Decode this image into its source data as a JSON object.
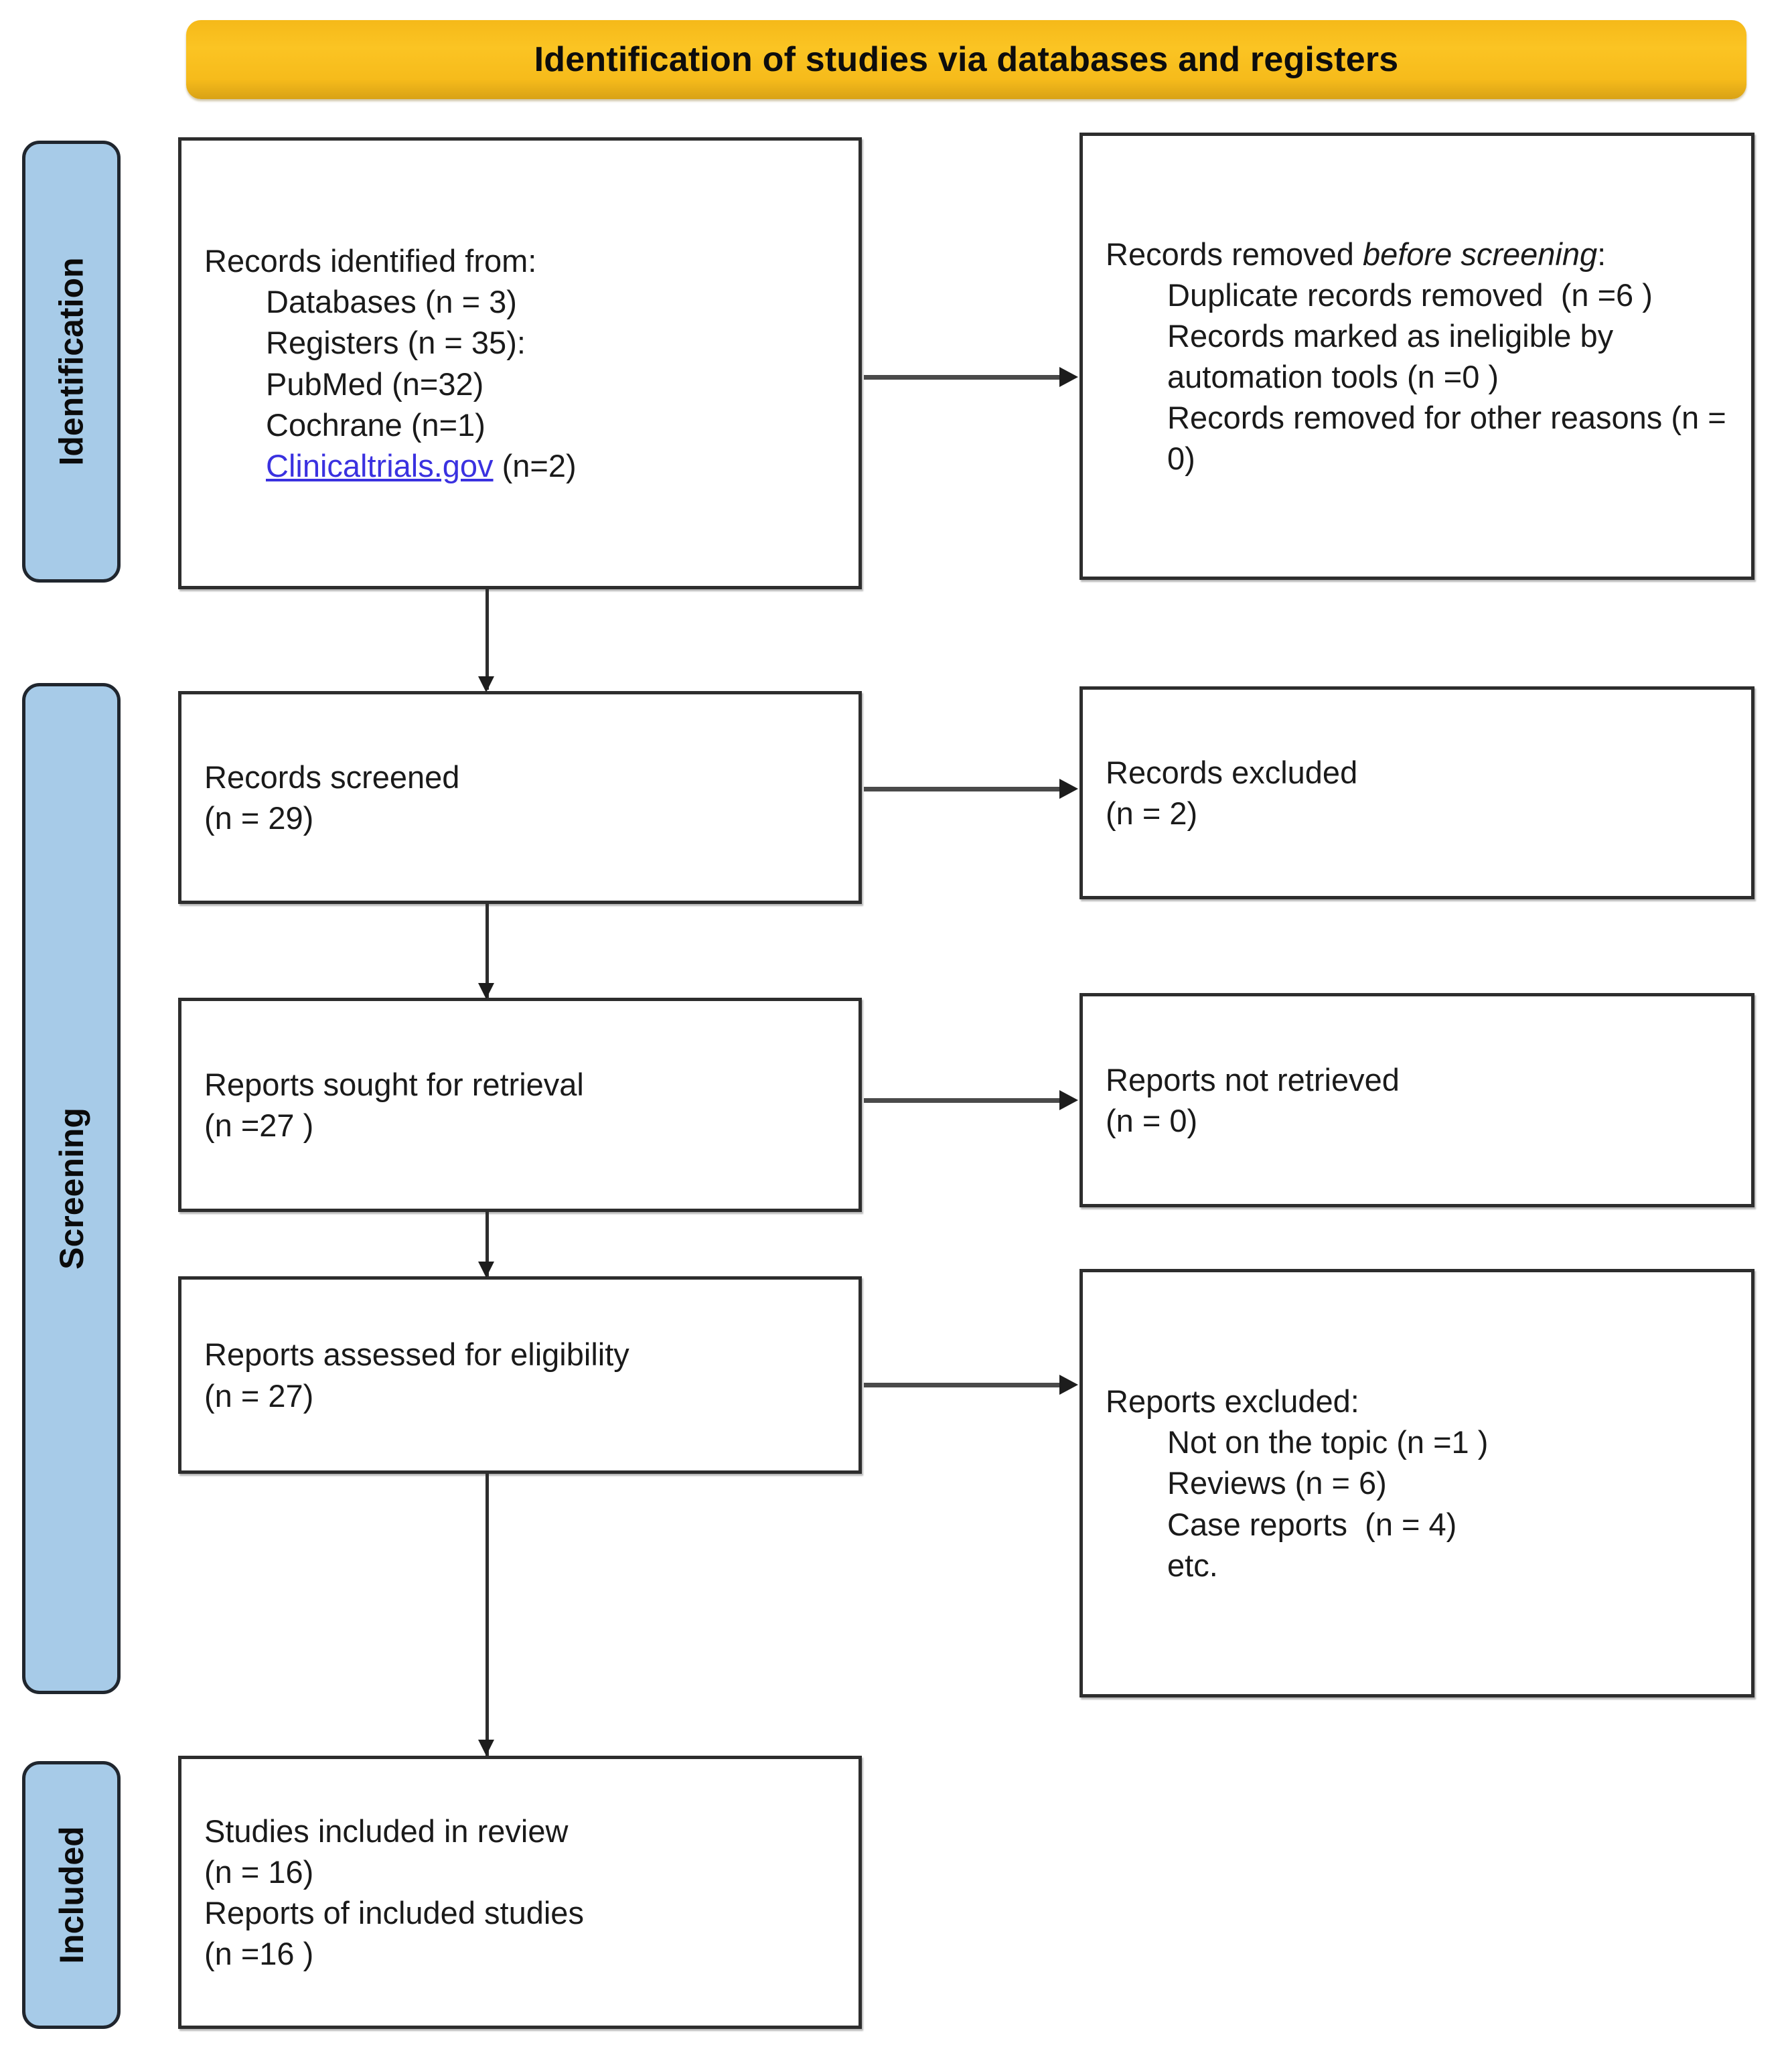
{
  "banner": {
    "title": "Identification of studies via databases and registers",
    "color": "#fbc423"
  },
  "phases": [
    {
      "id": "identification",
      "label": "Identification",
      "color": "#a7cbe8"
    },
    {
      "id": "screening",
      "label": "Screening",
      "color": "#a7cbe8"
    },
    {
      "id": "included",
      "label": "Included",
      "color": "#a7cbe8"
    }
  ],
  "boxes": {
    "identified": {
      "name": "records-identified",
      "lines": [
        "Records identified from:",
        "Databases (n = 3)",
        "Registers (n = 35):",
        "PubMed (n=32)",
        "Cochrane (n=1)"
      ],
      "link_text": "Clinicaltrials.gov",
      "link_suffix": " (n=2)"
    },
    "removed": {
      "name": "records-removed-before-screening",
      "head_plain": "Records removed ",
      "head_italic_1": "before",
      "head_italic_2": "screening",
      "head_colon": ":",
      "lines": [
        "Duplicate records removed  (n =6 )",
        "Records marked as ineligible by automation tools (n =0 )",
        "Records removed for other reasons (n = 0)"
      ]
    },
    "screened": {
      "name": "records-screened",
      "line1": "Records screened",
      "line2": "(n = 29)"
    },
    "records_excluded": {
      "name": "records-excluded",
      "line1": "Records excluded",
      "line2": "(n = 2)"
    },
    "sought": {
      "name": "reports-sought-for-retrieval",
      "line1": "Reports sought for retrieval",
      "line2": "(n =27 )"
    },
    "not_retrieved": {
      "name": "reports-not-retrieved",
      "line1": "Reports not retrieved",
      "line2": "(n = 0)"
    },
    "assessed": {
      "name": "reports-assessed-for-eligibility",
      "line1": "Reports assessed for eligibility",
      "line2": "(n = 27)"
    },
    "reports_excluded": {
      "name": "reports-excluded",
      "header": "Reports excluded:",
      "lines": [
        "Not on the topic (n =1 )",
        "Reviews (n = 6)",
        "Case reports  (n = 4)",
        "etc."
      ]
    },
    "included": {
      "name": "studies-included-in-review",
      "line1": "Studies included in review",
      "line2": "(n = 16)",
      "line3": "Reports of included studies",
      "line4": "(n =16 )"
    }
  }
}
